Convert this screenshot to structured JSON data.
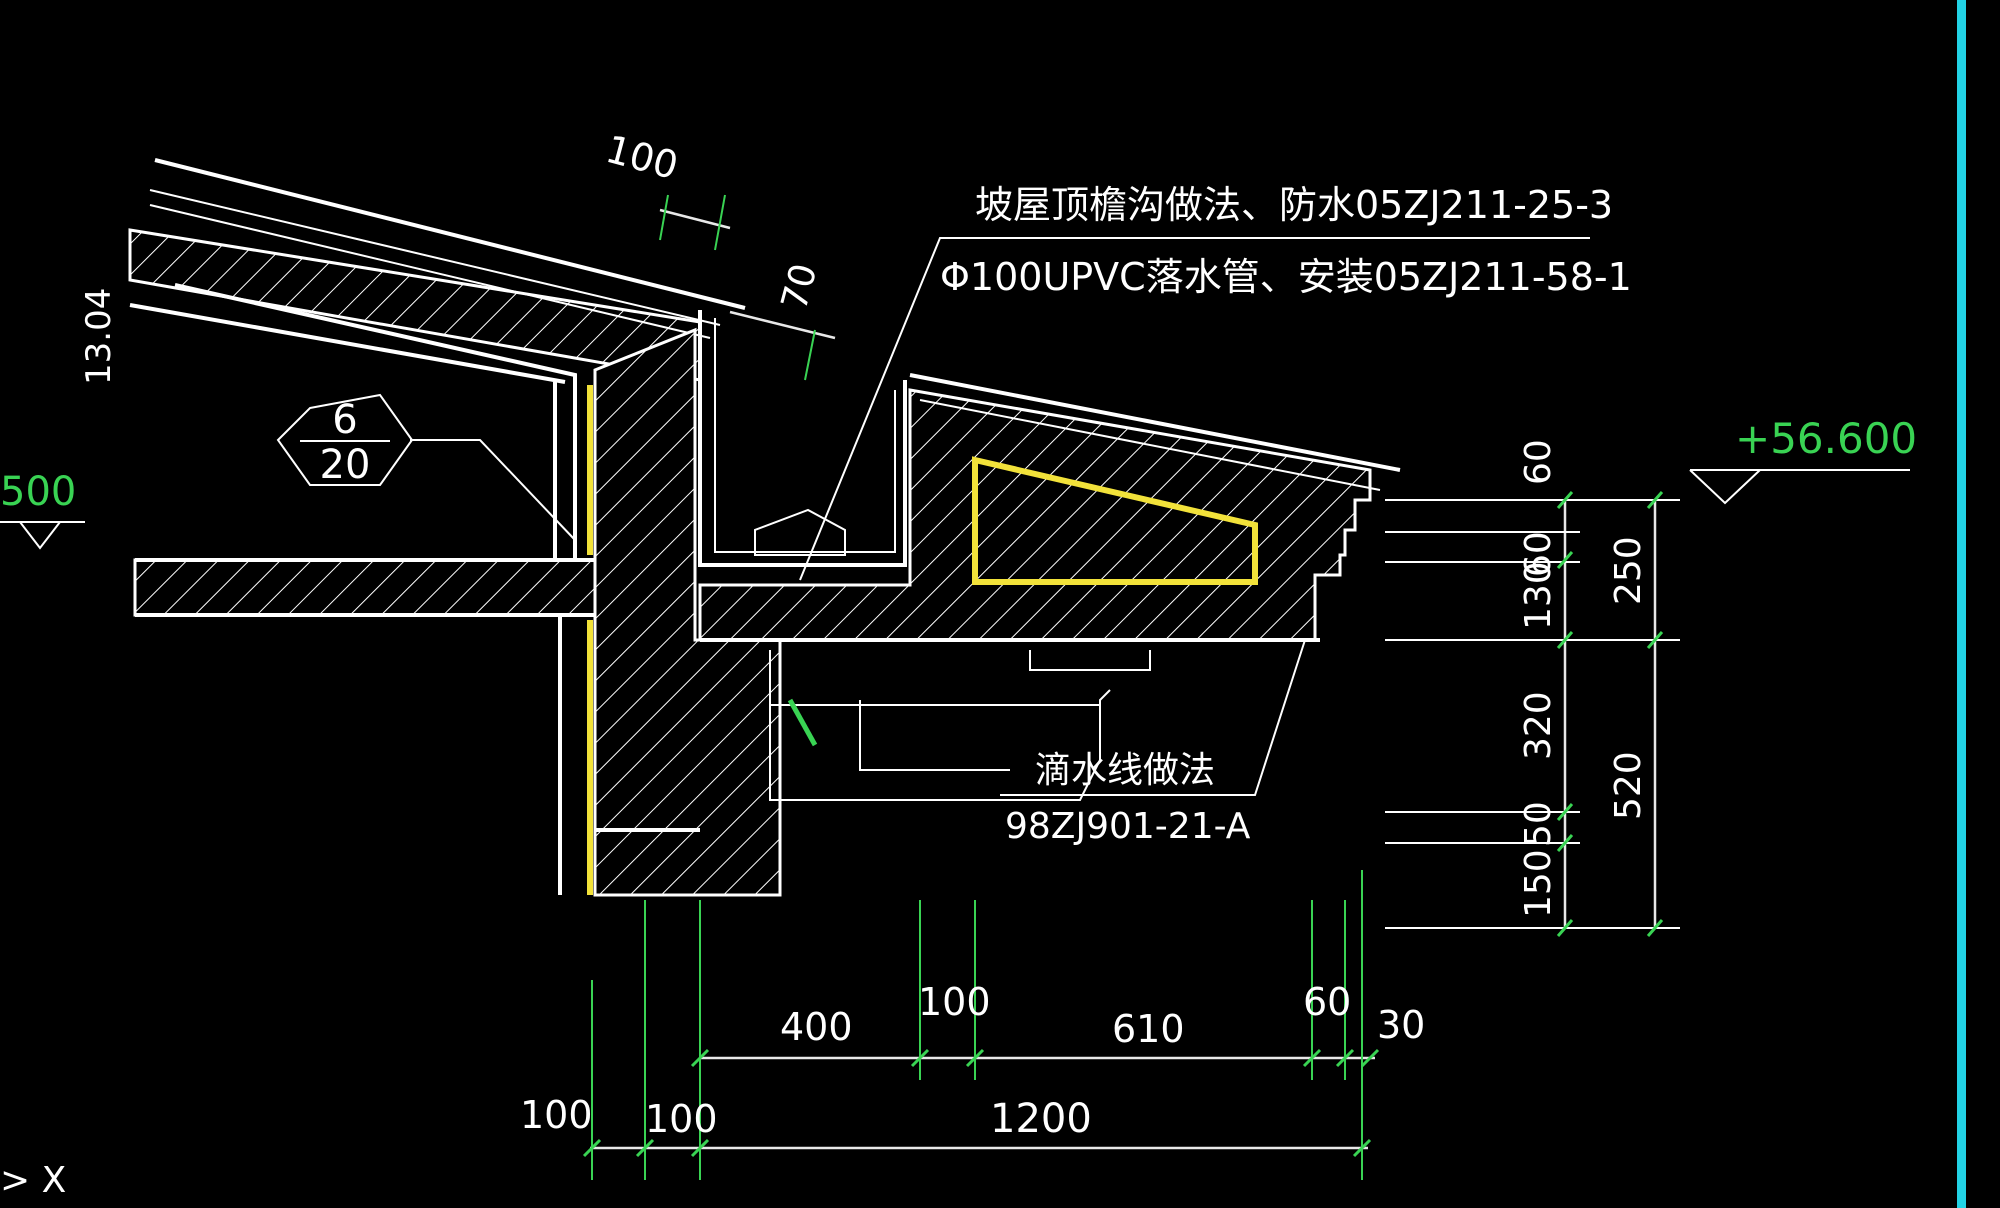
{
  "colors": {
    "background": "#000000",
    "linework": "#ffffff",
    "dimension_ticks": "#39d353",
    "insulation_highlight": "#f2e23a",
    "frame_edge": "#22d3e6"
  },
  "notes": {
    "note1": "坡屋顶檐沟做法、防水05ZJ211-25-3",
    "note2": "Φ100UPVC落水管、安装05ZJ211-58-1",
    "drip_line_title": "滴水线做法",
    "drip_line_ref": "98ZJ901-21-A"
  },
  "detail_marker": {
    "top": "6",
    "bottom": "20"
  },
  "elevations": {
    "right": "+56.600",
    "left_partial": "500"
  },
  "slope_label": "13.04",
  "dimensions": {
    "top_100": "100",
    "top_70": "70",
    "v_60": "60",
    "v_60b": "60",
    "v_130": "130",
    "v_320": "320",
    "v_50": "50",
    "v_150": "150",
    "v_250": "250",
    "v_520": "520",
    "h_400": "400",
    "h_100a": "100",
    "h_610": "610",
    "h_60": "60",
    "h_30": "30",
    "h_100b": "100",
    "h_100c": "100",
    "h_1200": "1200"
  },
  "cursor_text": "> X"
}
